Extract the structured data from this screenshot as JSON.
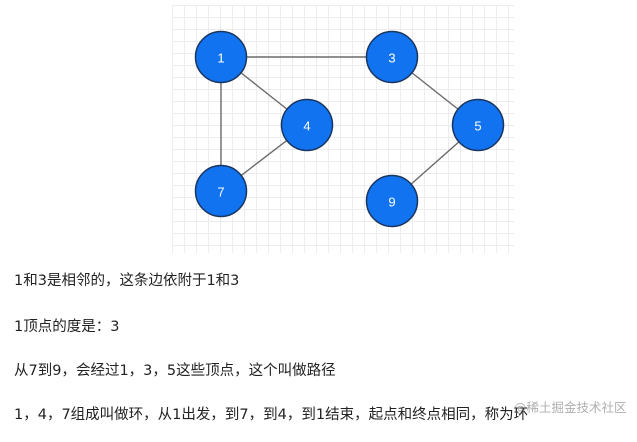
{
  "graph": {
    "nodes": [
      {
        "id": "1",
        "label": "1"
      },
      {
        "id": "3",
        "label": "3"
      },
      {
        "id": "4",
        "label": "4"
      },
      {
        "id": "5",
        "label": "5"
      },
      {
        "id": "7",
        "label": "7"
      },
      {
        "id": "9",
        "label": "9"
      }
    ],
    "edges": [
      [
        "1",
        "3"
      ],
      [
        "1",
        "4"
      ],
      [
        "1",
        "7"
      ],
      [
        "4",
        "7"
      ],
      [
        "3",
        "5"
      ],
      [
        "5",
        "9"
      ]
    ],
    "colors": {
      "node_fill": "#1273f0",
      "node_stroke": "#18355f",
      "edge": "#6b6b6b",
      "grid": "#ececec"
    }
  },
  "text_lines": [
    "1和3是相邻的，这条边依附于1和3",
    "1顶点的度是：3",
    "从7到9，会经过1，3，5这些顶点，这个叫做路径",
    "1，4，7组成叫做环，从1出发，到7，到4，到1结束，起点和终点相同，称为环"
  ],
  "watermark": "@稀土掘金技术社区"
}
